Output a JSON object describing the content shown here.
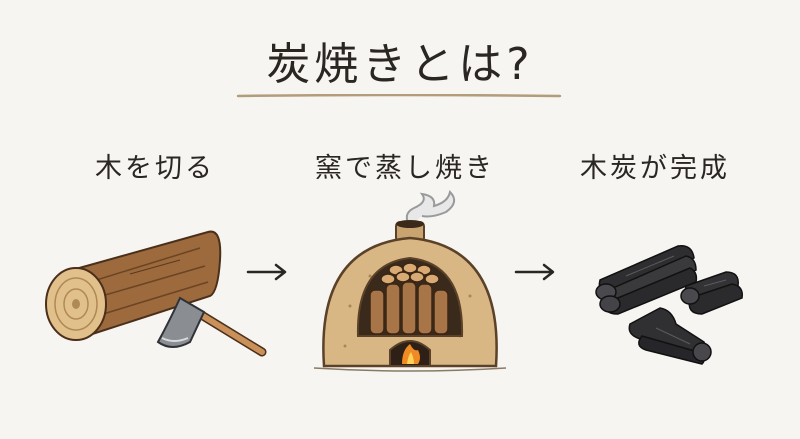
{
  "title": "炭焼きとは?",
  "steps": [
    {
      "label": "木を切る",
      "icon": "log-and-axe-icon"
    },
    {
      "label": "窯で蒸し焼き",
      "icon": "kiln-icon"
    },
    {
      "label": "木炭が完成",
      "icon": "charcoal-icon"
    }
  ],
  "colors": {
    "background": "#f6f5f2",
    "wood": "#9c6a3c",
    "clay": "#d9b784",
    "charcoal": "#2e2e30",
    "fire": "#f08a24"
  }
}
